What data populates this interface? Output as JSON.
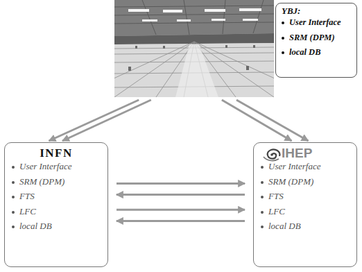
{
  "diagram": {
    "nodes": [
      {
        "text": [
          "YBJ:",
          "User Interface",
          "SRM (DPM)",
          "local DB"
        ]
      },
      {
        "text": [
          "INFN",
          "User Interface",
          "SRM (DPM)",
          "FTS",
          "LFC",
          "local DB"
        ]
      },
      {
        "text": [
          "IHEP",
          "User Interface",
          "SRM (DPM)",
          "FTS",
          "LFC",
          "local DB"
        ]
      }
    ],
    "edges": [
      {
        "from": 0,
        "to": 1,
        "arrow": "to"
      },
      {
        "from": 0,
        "to": 1,
        "arrow": "to"
      },
      {
        "from": 0,
        "to": 2,
        "arrow": "to"
      },
      {
        "from": 0,
        "to": 2,
        "arrow": "to"
      },
      {
        "from": 1,
        "to": 2,
        "arrow": "to"
      },
      {
        "from": 2,
        "to": 1,
        "arrow": "to"
      },
      {
        "from": 1,
        "to": 2,
        "arrow": "to"
      },
      {
        "from": 2,
        "to": 1,
        "arrow": "to"
      }
    ]
  }
}
